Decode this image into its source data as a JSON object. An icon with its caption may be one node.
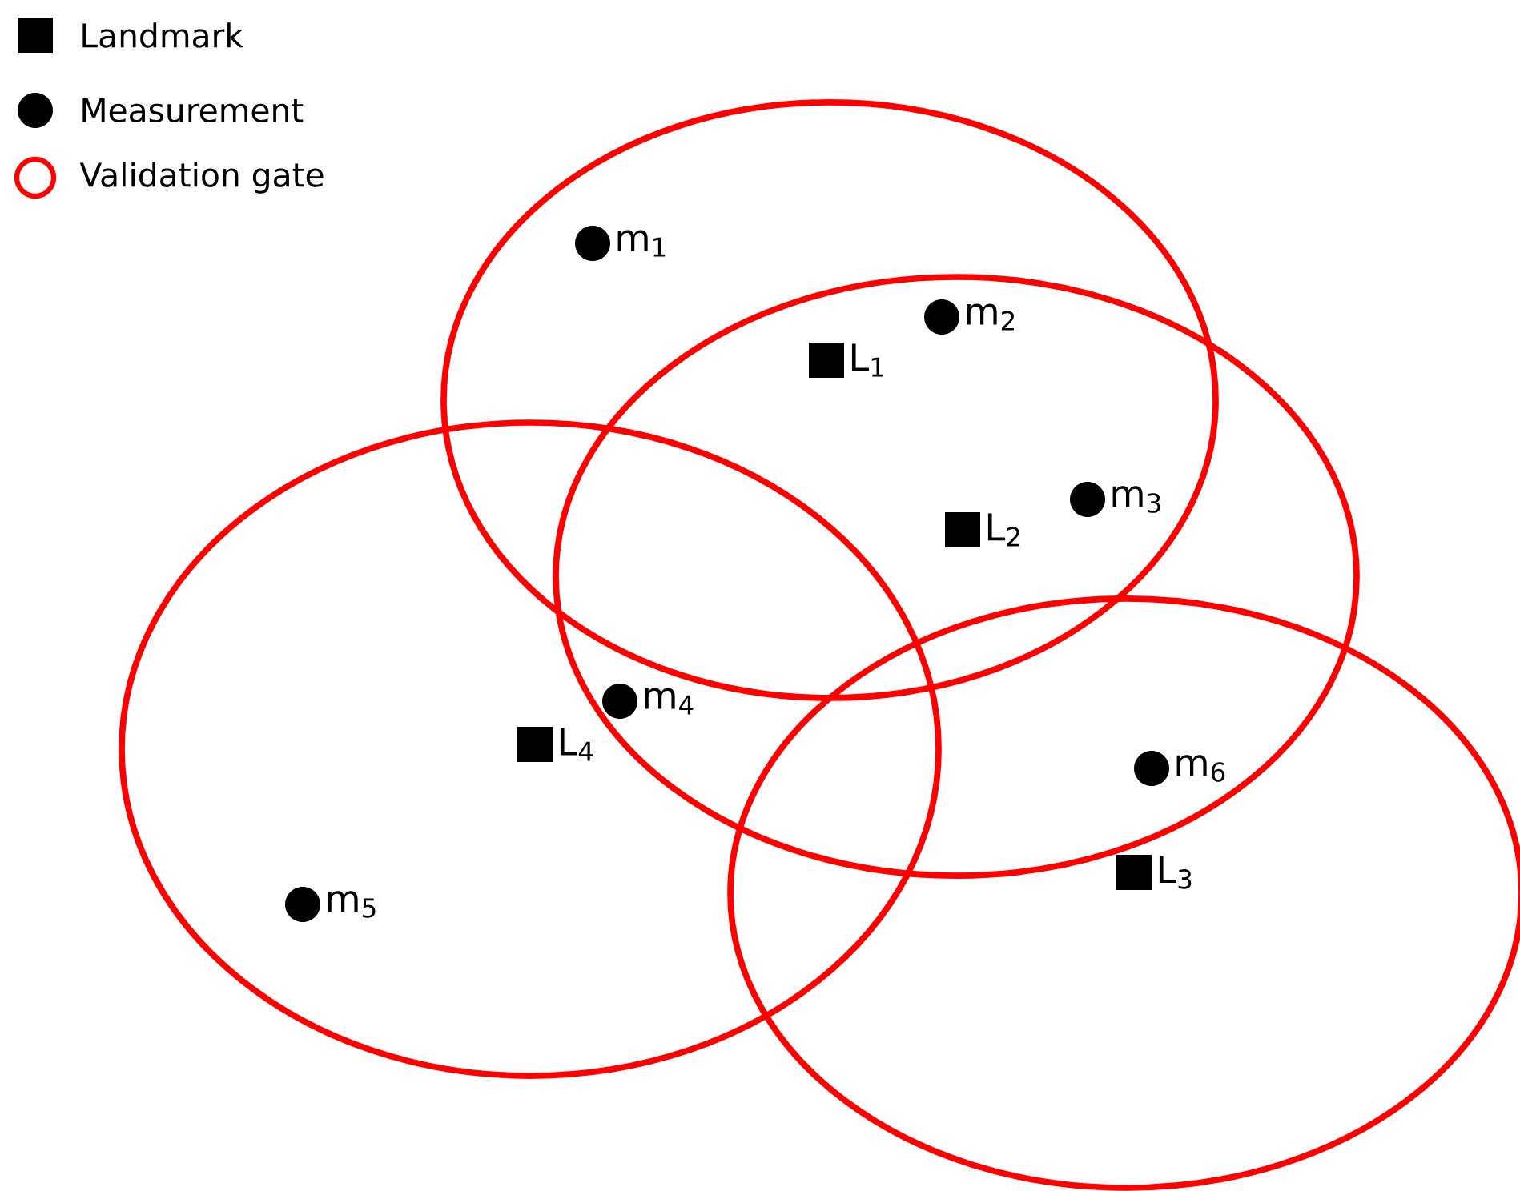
{
  "diagram": {
    "labels": [
      "m$_{1}$",
      "m$_{2}$",
      "L$_{1}$",
      "m$_{3}$",
      "L$_{2}$",
      "m$_{4}$",
      "L$_{4}$",
      "m$_{6}$",
      "L$_{3}$",
      "m$_{5}$"
    ],
    "legend": [
      {
        "text": "Landmark"
      },
      {
        "text": "Measurement"
      },
      {
        "text": "Validation gate"
      }
    ]
  }
}
